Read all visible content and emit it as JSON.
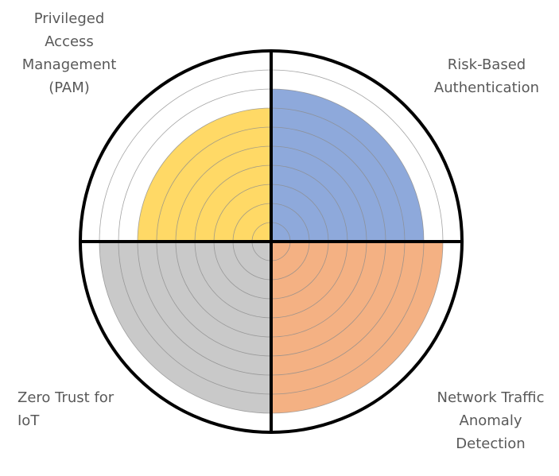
{
  "chart_data": {
    "type": "polar-area",
    "title": "",
    "rlim": [
      0,
      10
    ],
    "rings": [
      1,
      2,
      3,
      4,
      5,
      6,
      7,
      8,
      9,
      10
    ],
    "grid": true,
    "categories": [
      {
        "name": "Risk-Based Authentication",
        "lines": [
          "Risk-Based",
          "Authentication"
        ],
        "value": 8,
        "color": "#8EA9DB"
      },
      {
        "name": "Network Traffic Anomaly Detection",
        "lines": [
          "Network Traffic",
          "Anomaly",
          "Detection"
        ],
        "value": 9,
        "color": "#F4B183"
      },
      {
        "name": "Zero Trust for IoT",
        "lines": [
          "Zero Trust for",
          "IoT"
        ],
        "value": 9,
        "color": "#C9C9C9"
      },
      {
        "name": "Privileged Access Management (PAM)",
        "lines": [
          "Privileged",
          "Access",
          "Management",
          "(PAM)"
        ],
        "value": 7,
        "color": "#FFD966"
      }
    ]
  }
}
